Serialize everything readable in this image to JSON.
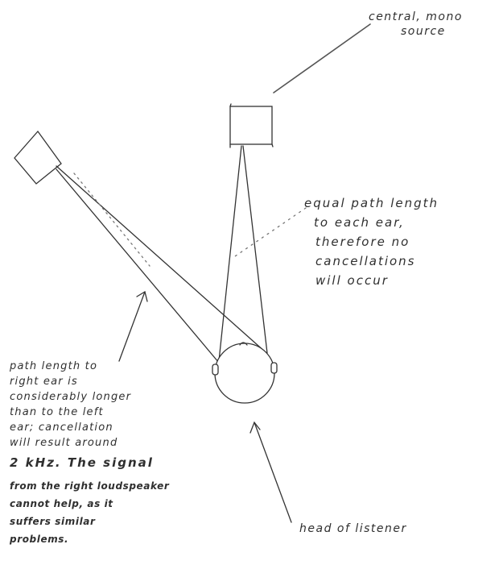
{
  "annotations": {
    "mono_source": [
      "central, mono",
      "source"
    ],
    "equal_path": [
      "equal path length",
      "to each ear,",
      "therefore no",
      "cancellations",
      "will occur"
    ],
    "path_length": [
      "path length to",
      "right ear is",
      "considerably longer",
      "than to the left",
      "ear; cancellation",
      "will result around"
    ],
    "frequency_line": "2 kHz. The signal",
    "right_speaker": [
      "from the right loudspeaker",
      "cannot help, as it",
      "suffers similar",
      "problems."
    ],
    "head": "head of listener"
  }
}
